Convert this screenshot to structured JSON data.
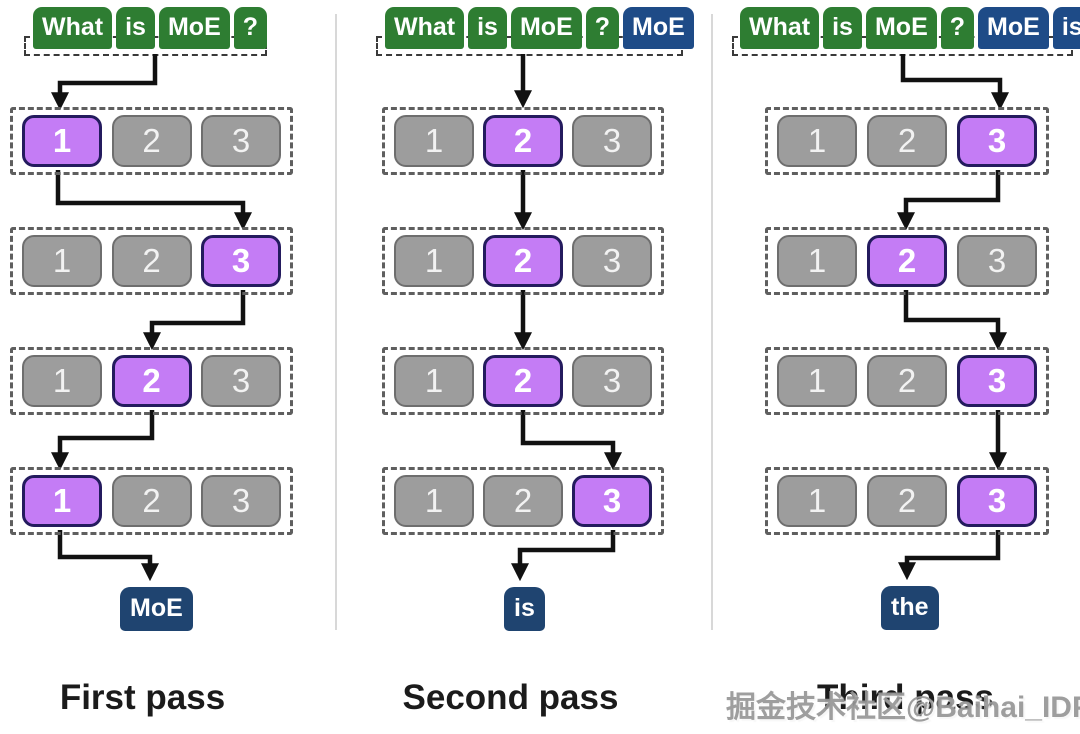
{
  "diagram": {
    "expert_labels": [
      "1",
      "2",
      "3"
    ],
    "columns": [
      {
        "label": "First pass",
        "input_tokens": [
          "What",
          "is",
          "MoE",
          "?"
        ],
        "generated_tokens": [],
        "expert_sequence": [
          1,
          3,
          2,
          1
        ],
        "output_token": "MoE"
      },
      {
        "label": "Second pass",
        "input_tokens": [
          "What",
          "is",
          "MoE",
          "?"
        ],
        "generated_tokens": [
          "MoE"
        ],
        "expert_sequence": [
          2,
          2,
          2,
          3
        ],
        "output_token": "is"
      },
      {
        "label": "Third pass",
        "input_tokens": [
          "What",
          "is",
          "MoE",
          "?"
        ],
        "generated_tokens": [
          "MoE",
          "is"
        ],
        "expert_sequence": [
          3,
          2,
          3,
          3
        ],
        "output_token": "the"
      }
    ],
    "watermark": "掘金技术社区@Baihai_IDP",
    "colors": {
      "prompt_token": "#2e7d32",
      "generated_token": "#1e4b87",
      "output_token": "#1f4470",
      "expert_fill": "#9d9d9d",
      "expert_border": "#6e6e6e",
      "selected_expert_fill": "#c47cf5",
      "selected_expert_border": "#241b5e",
      "arrow": "#111111"
    }
  }
}
